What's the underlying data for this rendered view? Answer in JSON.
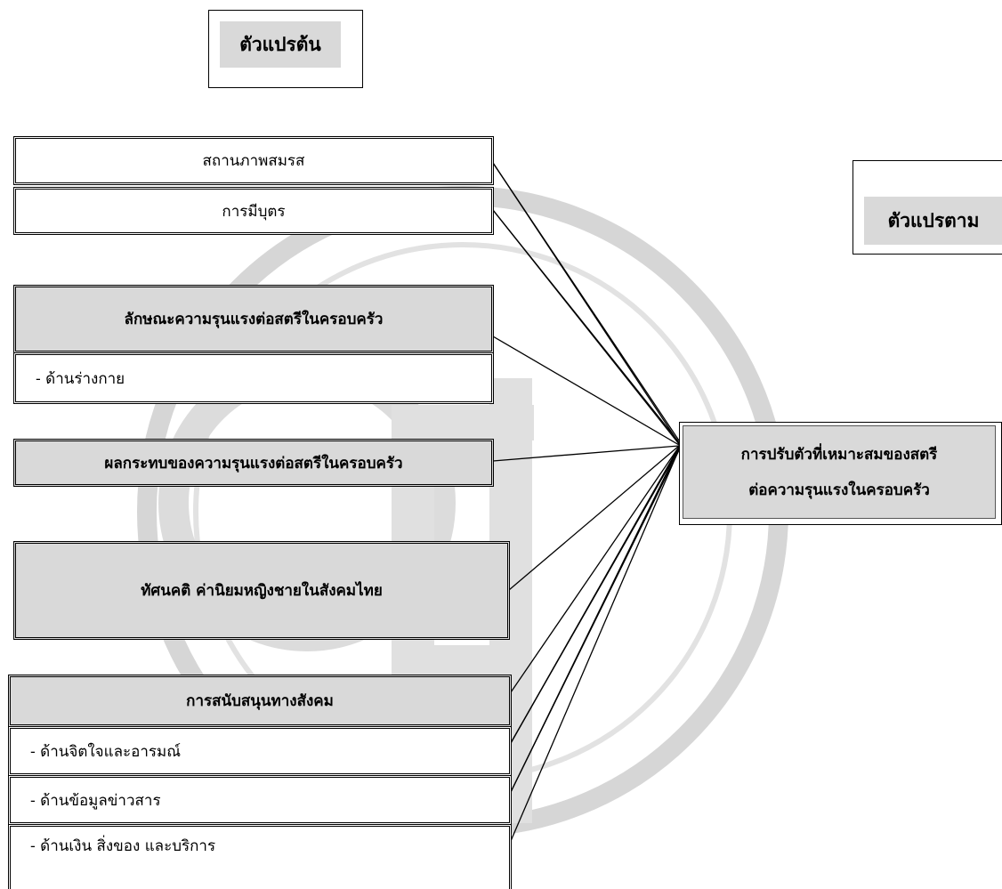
{
  "labels": {
    "independent": "ตัวแปรต้น",
    "dependent": "ตัวแปรตาม"
  },
  "boxes": {
    "marital_status": "สถานภาพสมรส",
    "children": "การมีบุตร",
    "violence_type_header": "ลักษณะความรุนแรงต่อสตรีในครอบครัว",
    "violence_physical": "- ด้านร่างกาย",
    "violence_impact": "ผลกระทบของความรุนแรงต่อสตรีในครอบครัว",
    "gender_attitude": "ทัศนคติ ค่านิยมหญิงชายในสังคมไทย",
    "social_support_header": "การสนับสนุนทางสังคม",
    "support_emotional": "- ด้านจิตใจและอารมณ์",
    "support_information": "- ด้านข้อมูลข่าวสาร",
    "support_material": "- ด้านเงิน สิ่งของ และบริการ"
  },
  "outcome": {
    "line1": "การปรับตัวที่เหมาะสมของสตรี",
    "line2": "ต่อความรุนแรงในครอบครัว"
  },
  "colors": {
    "header_fill": "#d9d9d9",
    "line": "#000000"
  }
}
